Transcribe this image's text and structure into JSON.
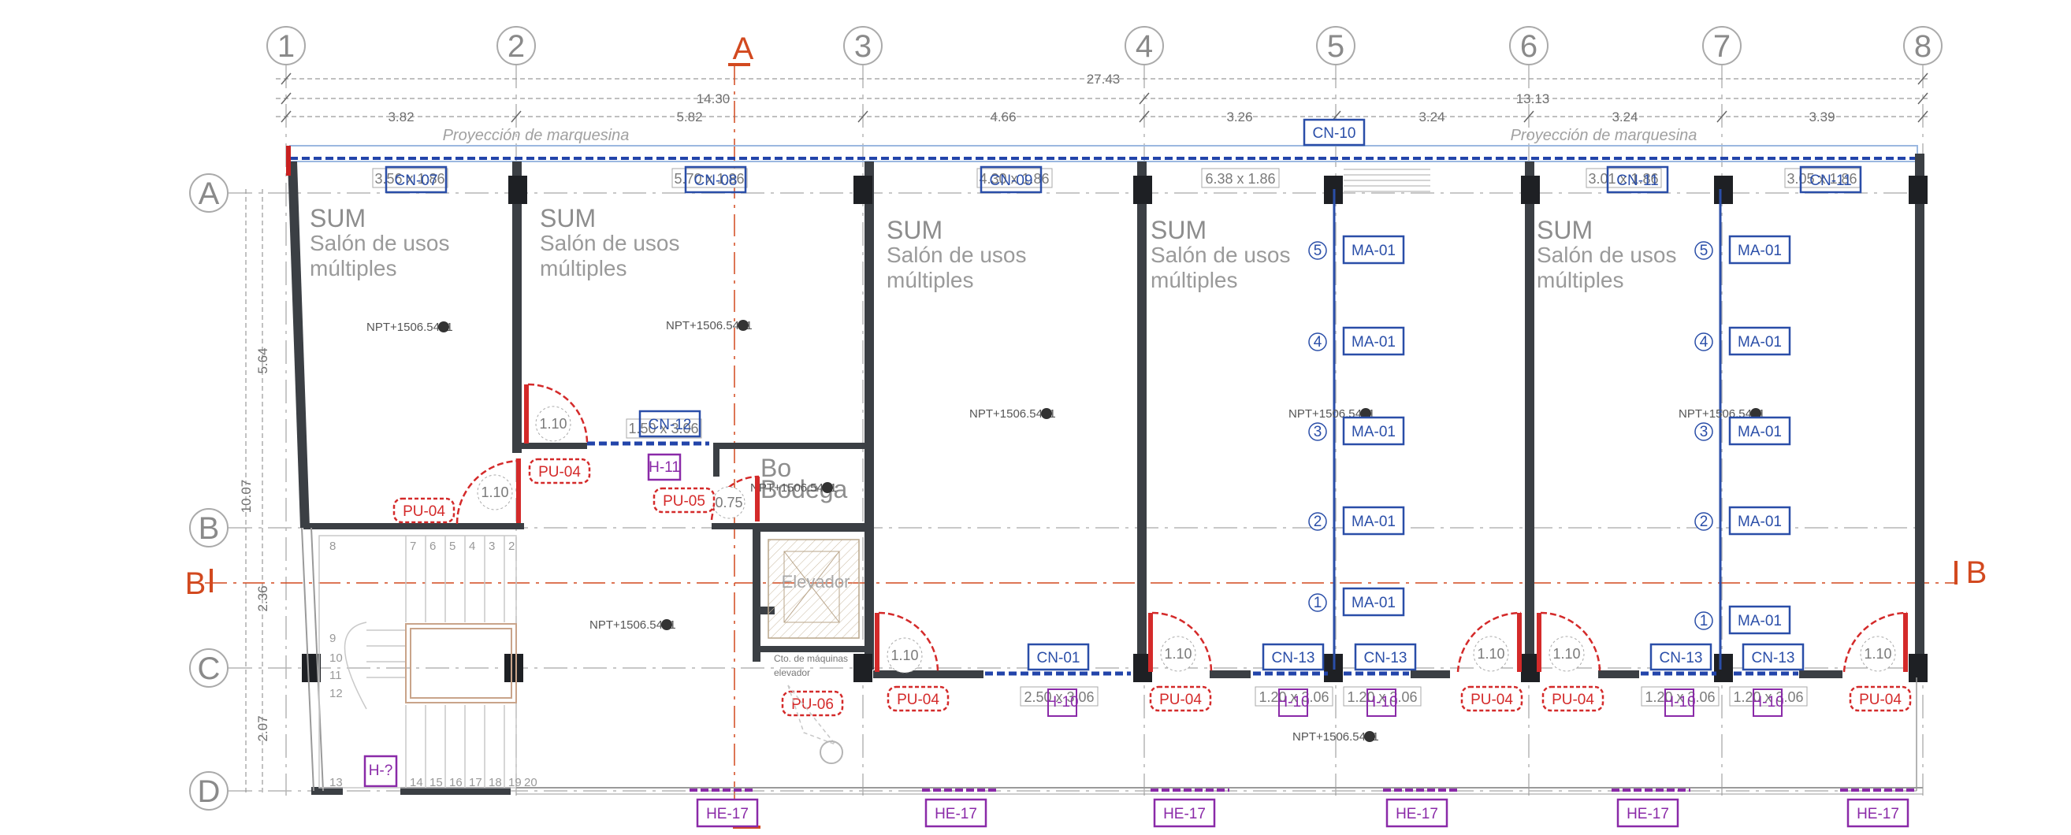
{
  "colors": {
    "wall": "#3b3f44",
    "blue_tag": "#2a4ea8",
    "red_tag": "#d42a2a",
    "purple_tag": "#8a2aa8",
    "section": "#d2491f",
    "dim": "#8a8a8a"
  },
  "axes_cols": [
    "1",
    "2",
    "3",
    "4",
    "5",
    "6",
    "7",
    "8"
  ],
  "axes_rows": [
    "A",
    "B",
    "C",
    "D"
  ],
  "section_marks": {
    "a": "A",
    "b": "B"
  },
  "dims": {
    "total": "27.43",
    "left_half": "14.30",
    "right_half": "13.13",
    "bays": [
      "3.82",
      "5.82",
      "4.66",
      "3.26",
      "3.24",
      "3.24",
      "3.39"
    ],
    "vertical_total": "10.07",
    "vertical": [
      "5.64",
      "2.36",
      "2.07"
    ]
  },
  "marquesina": [
    "Proyección de marquesina",
    "Proyección de marquesina"
  ],
  "rooms": [
    {
      "name": "SUM",
      "sub1": "Salón de usos",
      "sub2": "múltiples"
    },
    {
      "name": "SUM",
      "sub1": "Salón de usos",
      "sub2": "múltiples"
    },
    {
      "name": "SUM",
      "sub1": "Salón de usos",
      "sub2": "múltiples"
    },
    {
      "name": "SUM",
      "sub1": "Salón de usos",
      "sub2": "múltiples"
    },
    {
      "name": "SUM",
      "sub1": "Salón de usos",
      "sub2": "múltiples"
    }
  ],
  "bodega": {
    "short": "Bo",
    "name": "Bodega"
  },
  "elevator": {
    "label": "Elevador",
    "machine1": "Cto. de máquinas",
    "machine2": "elevador"
  },
  "npt": "NPT+1506.5471",
  "top_window_sizes": [
    "3.56 x 1.86",
    "5.70 x 1.86",
    "4.30 x 1.86",
    "6.38 x 1.86",
    "3.01 x 1.86",
    "3.05 x 1.86"
  ],
  "cn_tags": {
    "t1": "CN-07",
    "t2": "CN-08",
    "t3": "CN-09",
    "t4": "CN-10",
    "t5": "CN-11",
    "t6": "CN-11",
    "cn12": "CN-12",
    "cn01": "CN-01",
    "cn13": "CN-13"
  },
  "inner_window_size": "1.50 x 3.06",
  "bottom_window_sizes": [
    "2.50 x 3.06",
    "1.20 x 3.06",
    "1.20 x 3.06",
    "1.20 x 3.06",
    "1.20 x 3.06"
  ],
  "ma_tag": "MA-01",
  "ma_numbers": [
    "5",
    "4",
    "3",
    "2",
    "1"
  ],
  "door_widths": {
    "w110": "1.10",
    "w075": "0.75"
  },
  "pu_tags": {
    "pu04": "PU-04",
    "pu05": "PU-05",
    "pu06": "PU-06"
  },
  "h_tags": {
    "h11": "H-11",
    "hq": "H-?",
    "h10": "H-10"
  },
  "he_tag": "HE-17",
  "stair_steps_top": [
    "8",
    "7",
    "6",
    "5",
    "4",
    "3",
    "2"
  ],
  "stair_steps_left": [
    "9",
    "10",
    "11",
    "12"
  ],
  "stair_steps_bottom": [
    "13",
    "14",
    "15",
    "16",
    "17",
    "18",
    "19",
    "20"
  ]
}
